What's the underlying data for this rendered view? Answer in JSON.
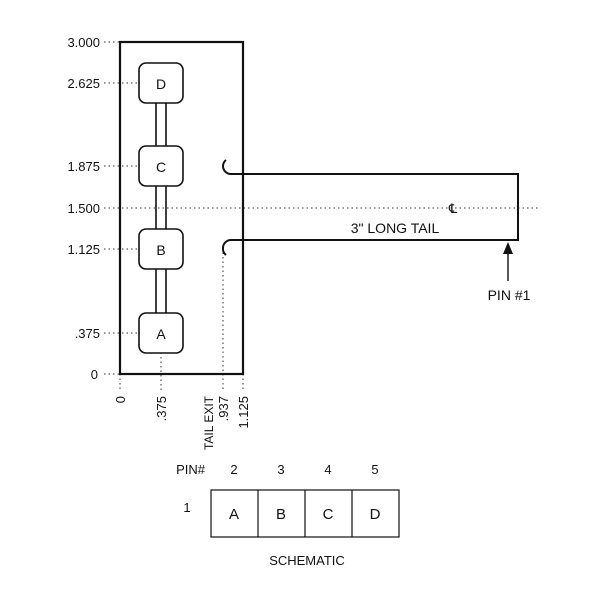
{
  "diagram": {
    "y_axis": {
      "ticks": [
        "3.000",
        "2.625",
        "1.875",
        "1.500",
        "1.125",
        ".375",
        "0"
      ]
    },
    "x_axis": {
      "ticks": [
        "0",
        ".375",
        ".937",
        "1.125"
      ],
      "tail_exit_label": "TAIL EXIT"
    },
    "pads": [
      "D",
      "C",
      "B",
      "A"
    ],
    "tail": {
      "label": "3\" LONG TAIL",
      "centerline_symbol": "℄",
      "pin_label": "PIN #1"
    }
  },
  "schematic": {
    "pin_header": "PIN#",
    "pin_one": "1",
    "pins": [
      "2",
      "3",
      "4",
      "5"
    ],
    "cells": [
      "A",
      "B",
      "C",
      "D"
    ],
    "caption": "SCHEMATIC"
  }
}
